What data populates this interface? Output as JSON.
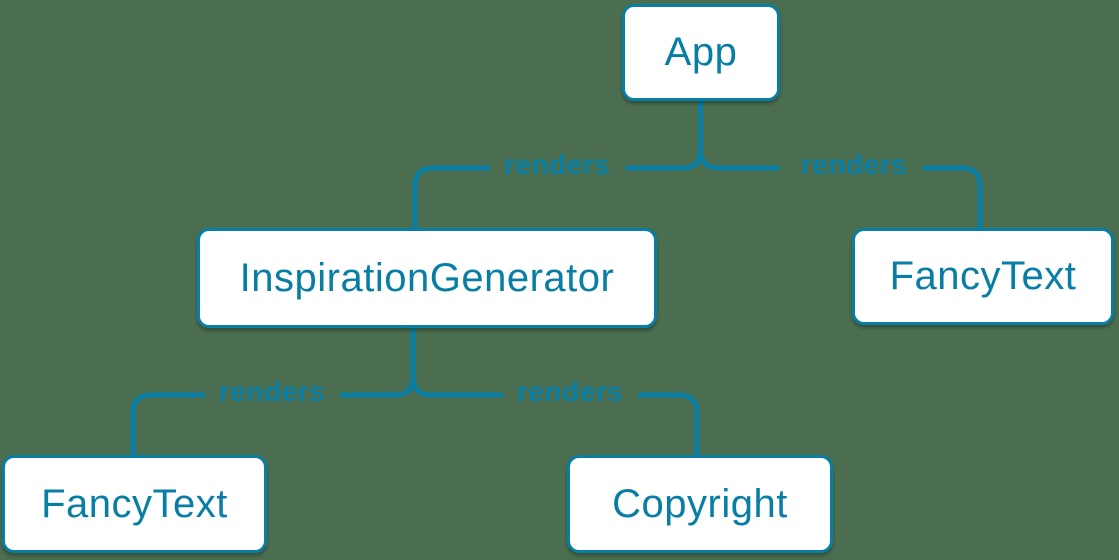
{
  "colors": {
    "accent": "#087ea4",
    "background": "#4b6e50",
    "node_fill": "#ffffff"
  },
  "nodes": [
    {
      "id": "app",
      "label": "App"
    },
    {
      "id": "inspiration-generator",
      "label": "InspirationGenerator"
    },
    {
      "id": "fancy-text-top",
      "label": "FancyText"
    },
    {
      "id": "fancy-text-bottom",
      "label": "FancyText"
    },
    {
      "id": "copyright",
      "label": "Copyright"
    }
  ],
  "edges": [
    {
      "from": "App",
      "to": "InspirationGenerator",
      "label": "renders"
    },
    {
      "from": "App",
      "to": "FancyText",
      "label": "renders"
    },
    {
      "from": "InspirationGenerator",
      "to": "FancyText",
      "label": "renders"
    },
    {
      "from": "InspirationGenerator",
      "to": "Copyright",
      "label": "renders"
    }
  ]
}
